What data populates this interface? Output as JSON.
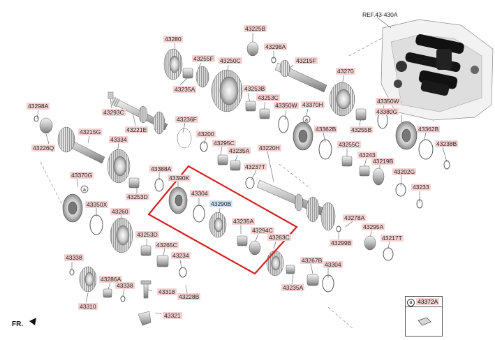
{
  "reference": "REF.43-430A",
  "front_marker": "FR.",
  "callout_letter": "a",
  "inset_box": {
    "letter": "a",
    "part": "43372A"
  },
  "highlight_color": "#d42020",
  "highlighted_label": "43290B",
  "labels": [
    "43280",
    "43225B",
    "43298A",
    "43255F",
    "43215F",
    "43250C",
    "43270",
    "43235A",
    "43253B",
    "43253C",
    "43350W",
    "43370H",
    "43350W",
    "43380G",
    "43298A",
    "43293C",
    "43221E",
    "43236F",
    "43362B",
    "43255B",
    "43362B",
    "43226Q",
    "43215G",
    "43200",
    "43295C",
    "43220H",
    "43255C",
    "43238B",
    "43334",
    "43235A",
    "43243",
    "43219B",
    "43388A",
    "43237T",
    "43202G",
    "43370G",
    "43253D",
    "43390K",
    "43304",
    "43233",
    "43350X",
    "43290B",
    "43278A",
    "43260",
    "43235A",
    "43295A",
    "43294C",
    "43253D",
    "43265C",
    "43299B",
    "43217T",
    "43263C",
    "43234",
    "43338",
    "43267B",
    "43304",
    "43286A",
    "43338",
    "43235A",
    "43318",
    "43228B",
    "43310",
    "43321"
  ]
}
